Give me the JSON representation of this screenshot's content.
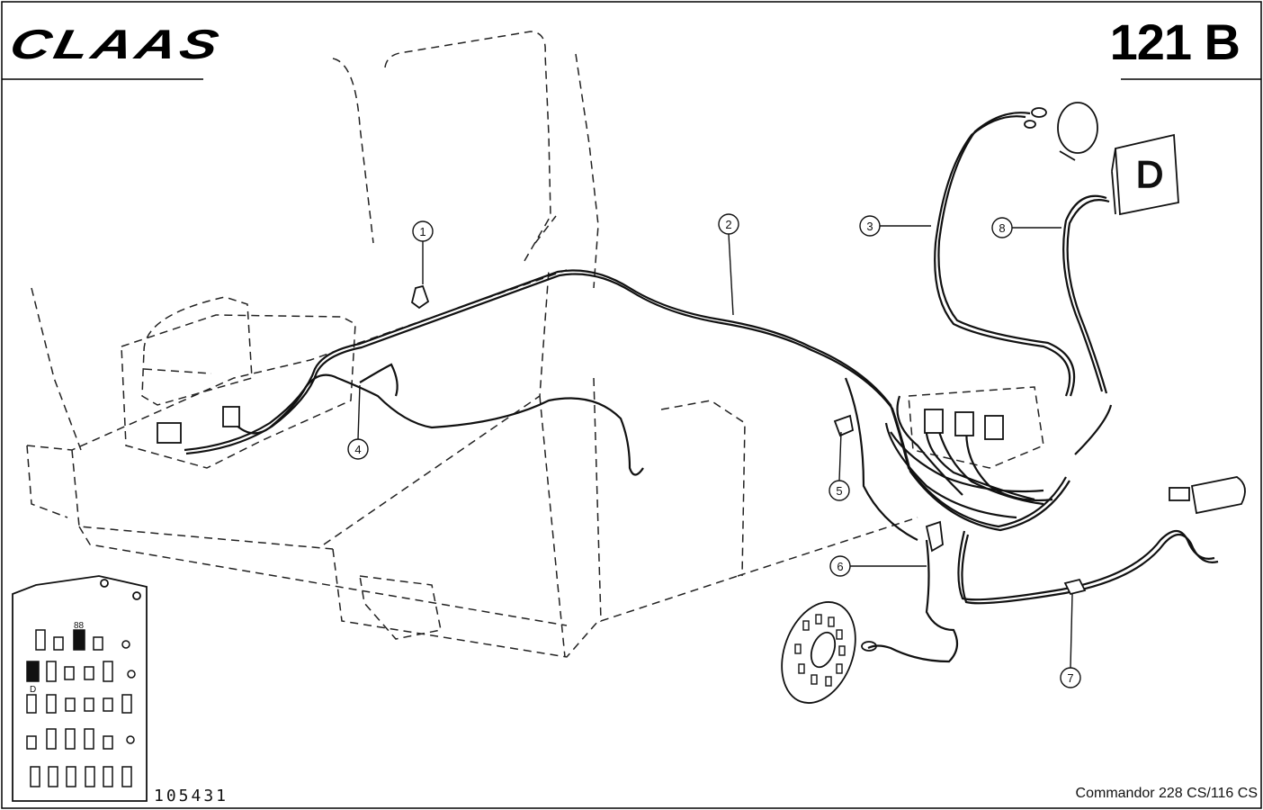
{
  "header": {
    "brand": "CLAAS",
    "page_number": "121 B"
  },
  "footer": {
    "drawing_number": "105431",
    "model": "Commandor 228 CS/116 CS"
  },
  "callouts": [
    "1",
    "2",
    "3",
    "4",
    "5",
    "6",
    "7",
    "8"
  ],
  "fuse_box": {
    "labels": [
      "88",
      "D"
    ]
  },
  "display_unit_letter": "D"
}
